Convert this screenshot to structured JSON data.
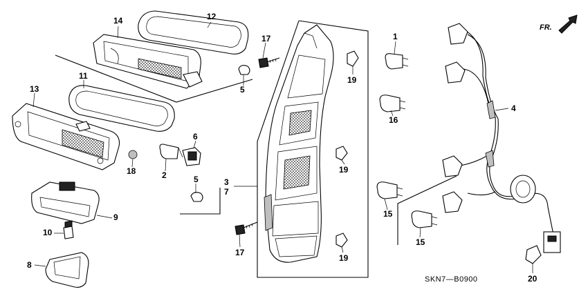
{
  "diagram": {
    "callouts": {
      "c1": "1",
      "c2": "2",
      "c3": "3",
      "c4": "4",
      "c5a": "5",
      "c5b": "5",
      "c6": "6",
      "c7": "7",
      "c8": "8",
      "c9": "9",
      "c10": "10",
      "c11": "11",
      "c12": "12",
      "c13": "13",
      "c14": "14",
      "c15a": "15",
      "c15b": "15",
      "c16": "16",
      "c17a": "17",
      "c17b": "17",
      "c18": "18",
      "c19a": "19",
      "c19b": "19",
      "c19c": "19",
      "c20": "20"
    },
    "direction_label": "FR.",
    "diagram_code": "SKN7—B0900"
  }
}
